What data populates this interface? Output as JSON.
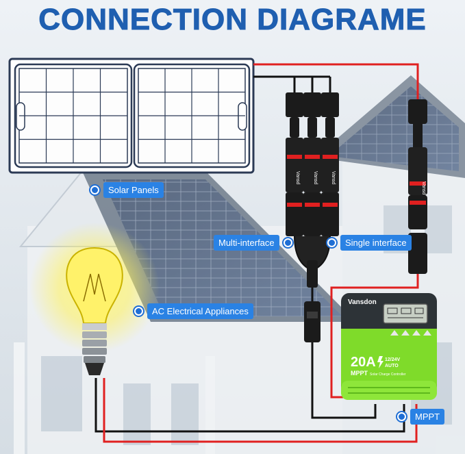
{
  "title": "CONNECTION DIAGRAME",
  "labels": {
    "solar_panels": "Solar Panels",
    "multi_interface": "Multi-interface",
    "single_interface": "Single interface",
    "ac_appliances": "AC Electrical Appliances",
    "mppt": "MPPT"
  },
  "controller": {
    "brand": "Vansdon",
    "current": "20A",
    "voltage": "12/24V",
    "auto": "AUTO",
    "mode": "MPPT",
    "subtitle": "Solar Charge Controller"
  },
  "connector_brand": "Vansd",
  "colors": {
    "title": "#1f5fb0",
    "label_bg": "#2a82e4",
    "wire_positive": "#e02020",
    "wire_negative": "#111111",
    "controller_green": "#7fdb2a",
    "panel_frame": "#2b3a55"
  },
  "icons": [
    "solar-panel-icon",
    "light-bulb-icon",
    "mc4-connector-icon",
    "charge-controller-icon"
  ]
}
